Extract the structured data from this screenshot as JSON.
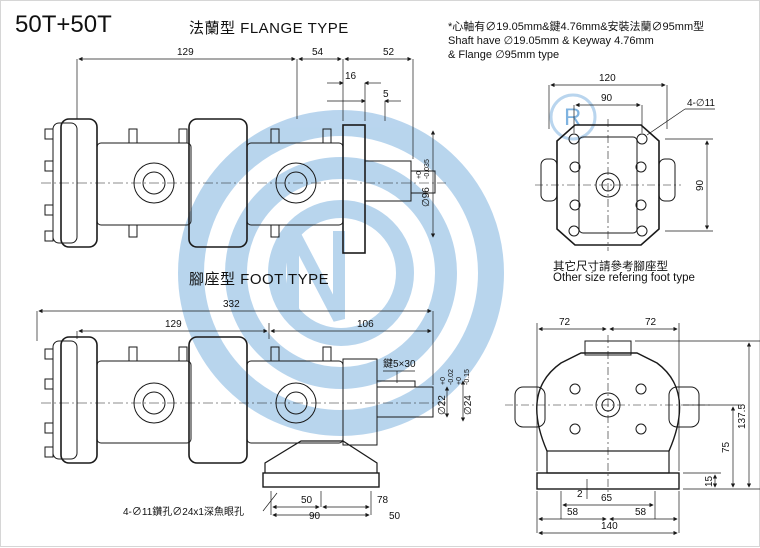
{
  "model": "50T+50T",
  "flange_type": {
    "title": "法蘭型  FLANGE TYPE"
  },
  "foot_type": {
    "title": "腳座型  FOOT TYPE"
  },
  "notes": [
    "*心軸有∅19.05mm&鍵4.76mm&安裝法蘭∅95mm型",
    "Shaft have  ∅19.05mm  & Keyway 4.76mm",
    "& Flange   ∅95mm type"
  ],
  "other_size": {
    "zh": "其它尺寸請參考腳座型",
    "en": "Other size refering foot type"
  },
  "dimensions": {
    "flange_side": [
      "129",
      "54",
      "52",
      "16",
      "5",
      "∅96",
      "+0",
      "-0.035"
    ],
    "flange_end": [
      "120",
      "90",
      "4-∅11",
      "90"
    ],
    "foot_side": [
      "332",
      "129",
      "106",
      "鍵5×30",
      "∅22",
      "∅24",
      "+0",
      "-0.02",
      "+0",
      "-0.15",
      "50",
      "78",
      "90",
      "50"
    ],
    "foot_end": [
      "72",
      "72",
      "137.5",
      "75",
      "15",
      "2",
      "65",
      "58",
      "58",
      "140"
    ]
  },
  "callouts": {
    "hole": "4-∅11鑽孔∅24x1深魚眼孔"
  },
  "watermark": {
    "letters": "R"
  },
  "colors": {
    "line": "#1a1a1a",
    "watermark": "#7fb3e0",
    "background": "#ffffff"
  }
}
